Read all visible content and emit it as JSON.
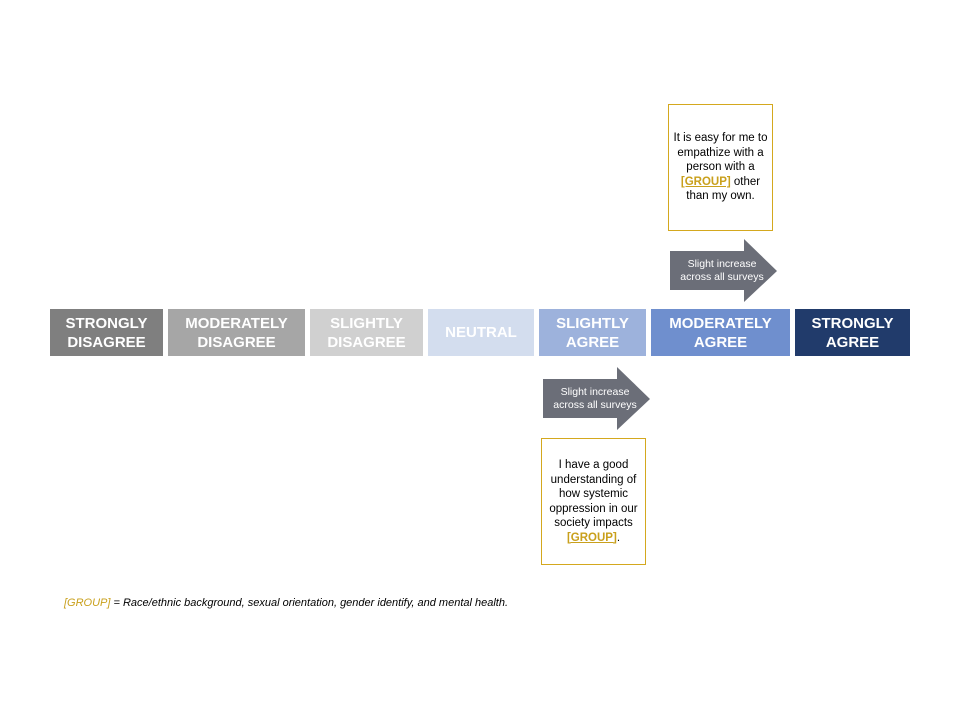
{
  "scale": [
    {
      "label": "STRONGLY\nDISAGREE",
      "color": "#7f7f7f"
    },
    {
      "label": "MODERATELY\nDISAGREE",
      "color": "#a6a6a6"
    },
    {
      "label": "SLIGHTLY\nDISAGREE",
      "color": "#d0d0d0"
    },
    {
      "label": "NEUTRAL",
      "color": "#d3ddee"
    },
    {
      "label": "SLIGHTLY\nAGREE",
      "color": "#9db2dc"
    },
    {
      "label": "MODERATELY\nAGREE",
      "color": "#6f8fce"
    },
    {
      "label": "STRONGLY\nAGREE",
      "color": "#213b6b"
    }
  ],
  "callouts": {
    "top": {
      "text_before": "It is easy for me to empathize with a person with a ",
      "group_tag": "[GROUP]",
      "text_after": " other than my own."
    },
    "bottom": {
      "text_before": "I have a good understanding of how systemic oppression in our society impacts ",
      "group_tag": "[GROUP]",
      "text_after": "."
    }
  },
  "arrows": {
    "top": {
      "line1": "Slight increase",
      "line2": "across all surveys"
    },
    "bottom": {
      "line1": "Slight increase",
      "line2": "across all surveys"
    }
  },
  "footnote": {
    "group_tag": "[GROUP]",
    "text": " = Race/ethnic background, sexual orientation, gender identify, and mental health."
  },
  "colors": {
    "callout_border": "#d4a81e",
    "group_tag": "#c9a01c",
    "arrow_fill": "#6b6e78"
  }
}
